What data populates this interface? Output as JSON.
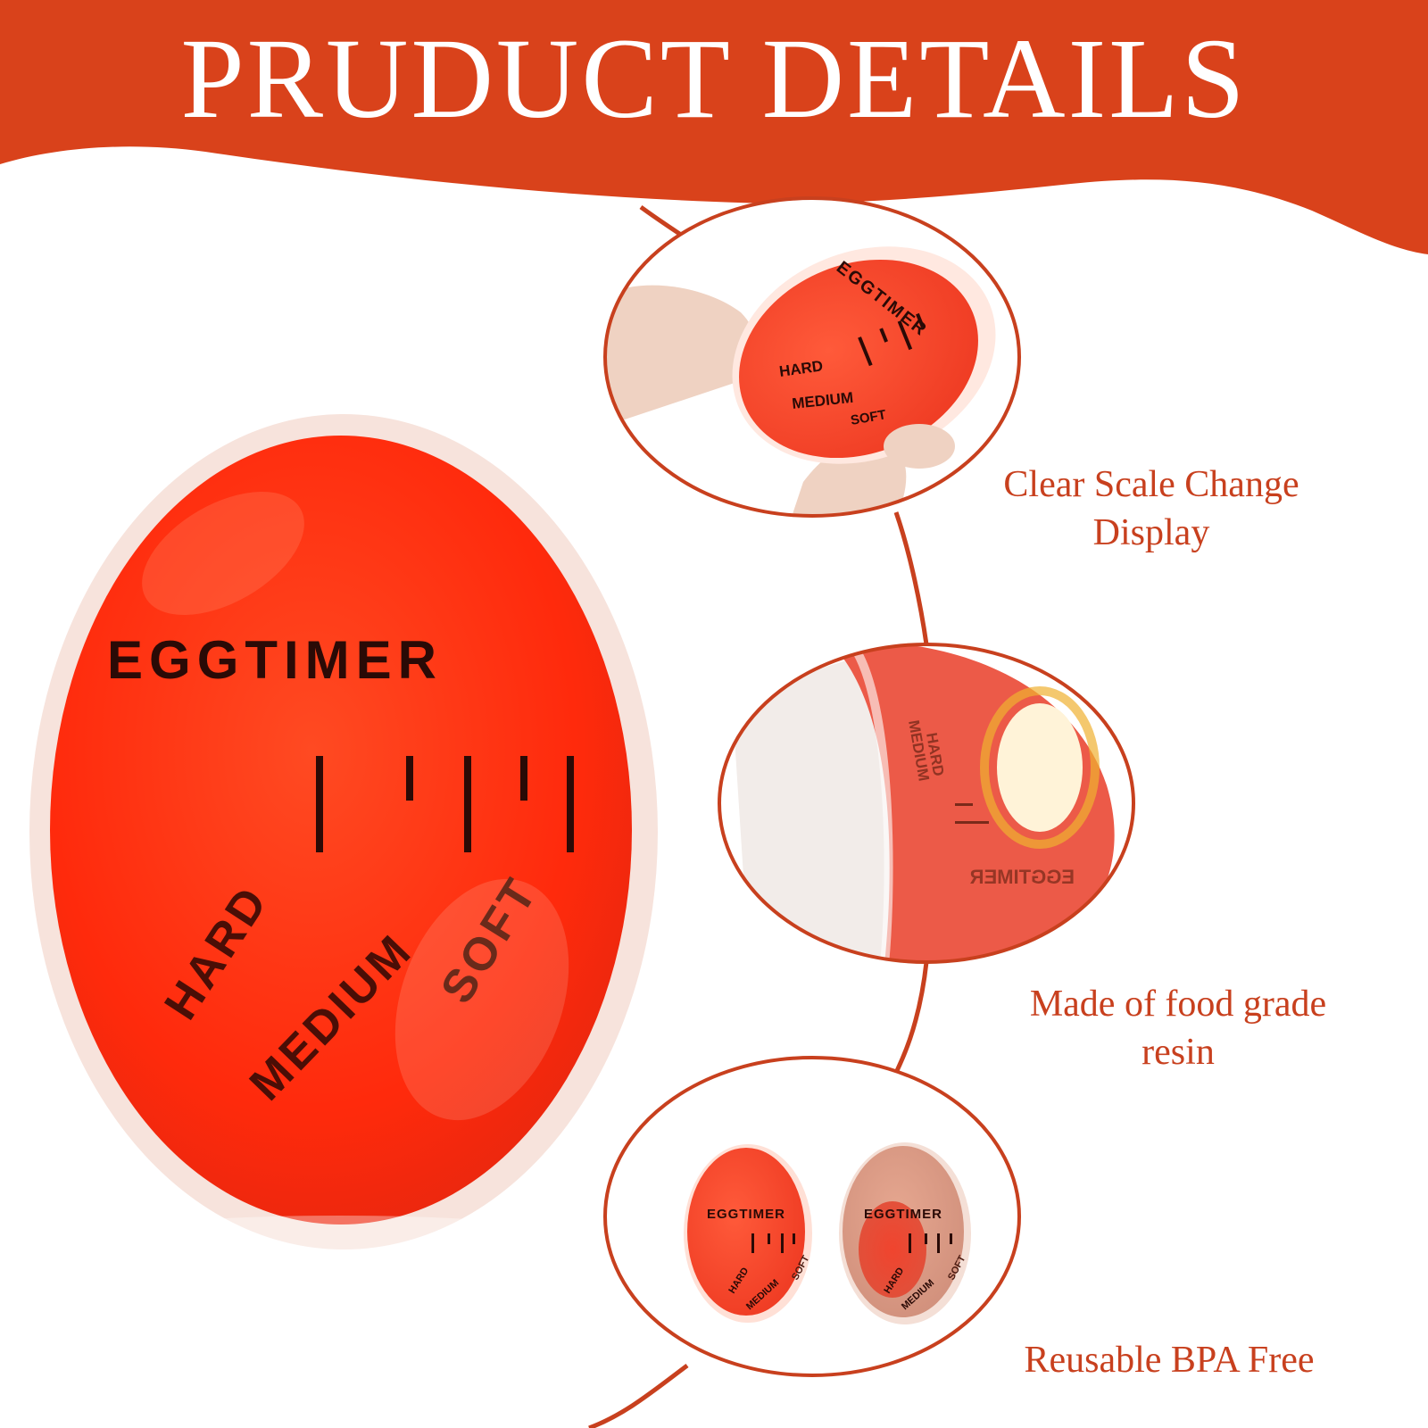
{
  "banner": {
    "title": "PRUDUCT DETAILS",
    "color": "#d9421b"
  },
  "main_egg": {
    "brand": "EGGTIMER",
    "levels": [
      "HARD",
      "MEDIUM",
      "SOFT"
    ],
    "color": "#ff3311"
  },
  "detail_1": {
    "egg_brand": "EGGTIMER",
    "egg_levels": [
      "HARD",
      "MEDIUM",
      "SOFT"
    ],
    "caption_line1": "Clear Scale Change",
    "caption_line2": "Display"
  },
  "detail_2": {
    "egg_levels": [
      "HARD",
      "MEDIUM"
    ],
    "egg_brand": "EGGTIMER",
    "caption_line1": "Made of food grade",
    "caption_line2": "resin"
  },
  "detail_3": {
    "egg_brand": "EGGTIMER",
    "egg_levels": [
      "HARD",
      "MEDIUM",
      "SOFT"
    ],
    "caption": "Reusable BPA Free"
  },
  "accent_color": "#c8401e"
}
